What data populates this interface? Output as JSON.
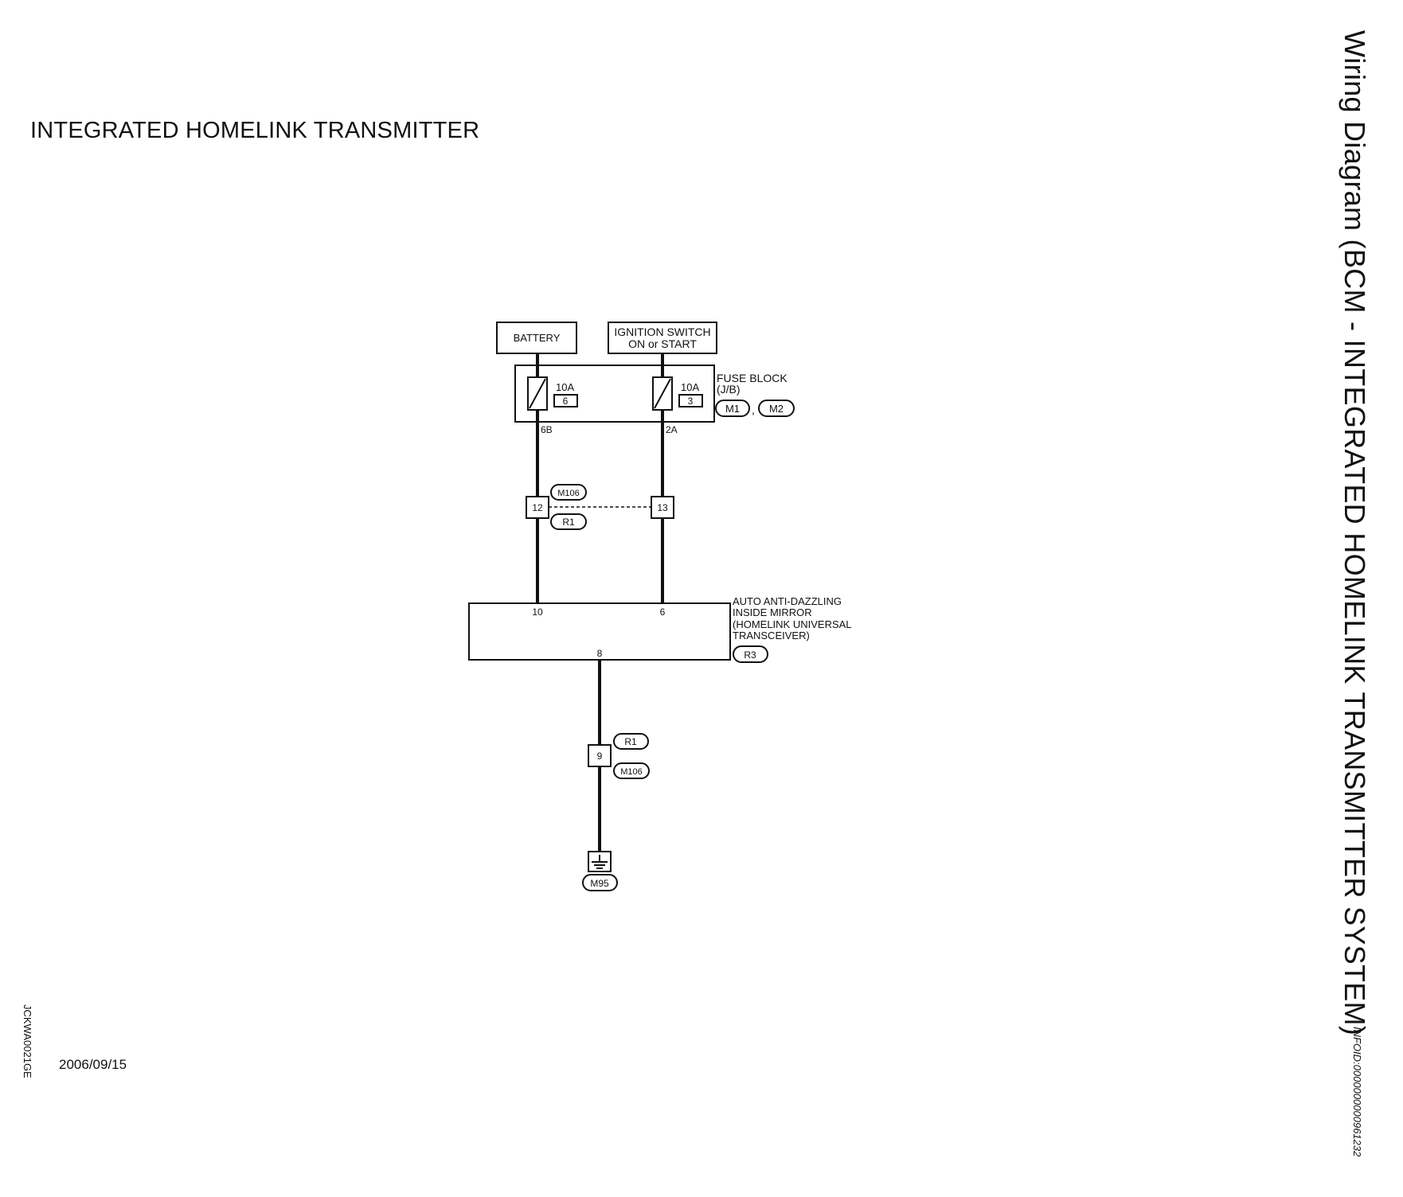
{
  "page": {
    "title": "INTEGRATED HOMELINK TRANSMITTER",
    "side_title": "Wiring Diagram (BCM - INTEGRATED HOMELINK TRANSMITTER SYSTEM)",
    "info_id": "INFOID:0000000000961232",
    "figure_code": "JCKWA0021GE",
    "date": "2006/09/15"
  },
  "diagram": {
    "battery_label": "BATTERY",
    "ignition_line1": "IGNITION SWITCH",
    "ignition_line2": "ON or START",
    "fuse_block_line1": "FUSE BLOCK",
    "fuse_block_line2": "(J/B)",
    "fuse_connector_1": "M1",
    "fuse_connector_2": "M2",
    "fuse_connector_sep": ",",
    "fuse_left_rating": "10A",
    "fuse_left_number": "6",
    "fuse_right_rating": "10A",
    "fuse_right_number": "3",
    "terminal_6b": "6B",
    "terminal_2a": "2A",
    "junction_connector_top": "M106",
    "junction_connector_bottom": "R1",
    "junction_pin_left": "12",
    "junction_pin_right": "13",
    "mirror_line1": "AUTO ANTI-DAZZLING",
    "mirror_line2": "INSIDE MIRROR",
    "mirror_line3": "(HOMELINK UNIVERSAL",
    "mirror_line4": "TRANSCEIVER)",
    "mirror_connector": "R3",
    "mirror_pin_left": "10",
    "mirror_pin_right": "6",
    "mirror_pin_bottom": "8",
    "ground_connector_top": "R1",
    "ground_connector_bottom": "M106",
    "ground_pin": "9",
    "ground_label": "M95"
  }
}
